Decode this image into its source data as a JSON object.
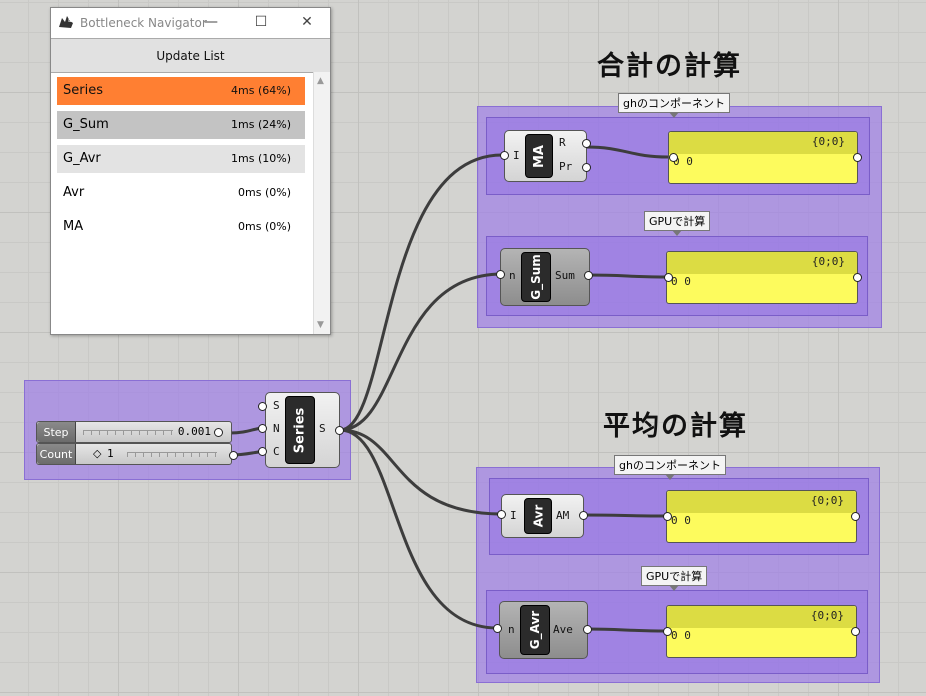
{
  "window": {
    "title": "Bottleneck Navigator",
    "update_label": "Update List",
    "items": [
      {
        "name": "Series",
        "time": "4ms (64%)",
        "color": "#ff7f32"
      },
      {
        "name": "G_Sum",
        "time": "1ms (24%)",
        "color": "#c3c3c3"
      },
      {
        "name": "G_Avr",
        "time": "1ms (10%)",
        "color": "#e3e3e3"
      },
      {
        "name": "Avr",
        "time": "0ms (0%)",
        "color": "#ffffff"
      },
      {
        "name": "MA",
        "time": "0ms (0%)",
        "color": "#ffffff"
      }
    ]
  },
  "sections": {
    "sum_title": "合計の計算",
    "avg_title": "平均の計算",
    "gh_tag": "ghのコンポーネント",
    "gpu_tag": "GPUで計算"
  },
  "input": {
    "step_label": "Step",
    "step_value": "0.001",
    "count_label": "Count",
    "count_value": "1",
    "series": {
      "name": "Series",
      "inputs": [
        "S",
        "N",
        "C"
      ],
      "output": "S"
    }
  },
  "components": {
    "ma": {
      "name": "MA",
      "input": "I",
      "outputs": [
        "R",
        "Pr"
      ]
    },
    "gsum": {
      "name": "G_Sum",
      "input": "n",
      "output": "Sum"
    },
    "avr": {
      "name": "Avr",
      "input": "I",
      "output": "AM"
    },
    "gavr": {
      "name": "G_Avr",
      "input": "n",
      "output": "Ave"
    }
  },
  "panels": [
    {
      "title": "{0;0}",
      "value": "0 0"
    },
    {
      "title": "{0;0}",
      "value": "0 0"
    },
    {
      "title": "{0;0}",
      "value": "0 0"
    },
    {
      "title": "{0;0}",
      "value": "0 0"
    }
  ],
  "colors": {
    "group": "#a080e6",
    "panel": "#fdfb5d",
    "highlight": "#ff7f32"
  }
}
